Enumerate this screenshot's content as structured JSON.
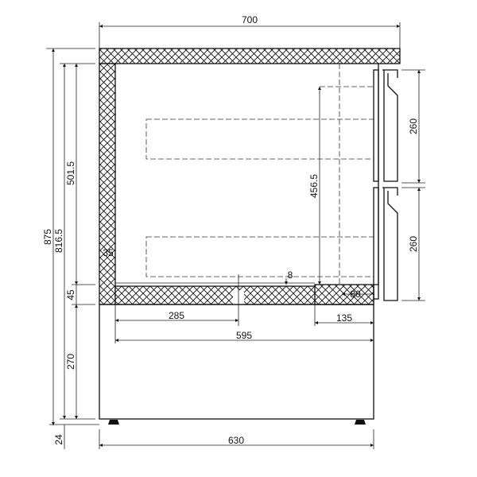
{
  "dimensions": {
    "overall_width": "700",
    "base_width": "630",
    "interior_depth": "595",
    "center_offset": "285",
    "evaporator_depth": "135",
    "front_insulation": "80",
    "wall_thickness": "35",
    "floor_step": "8",
    "overall_height": "875",
    "body_height": "816.5",
    "interior_height": "501.5",
    "floor_thickness": "45",
    "base_height": "270",
    "foot_height": "24",
    "inner_clearance": "456.5",
    "drawer_upper": "260",
    "drawer_lower": "260"
  }
}
